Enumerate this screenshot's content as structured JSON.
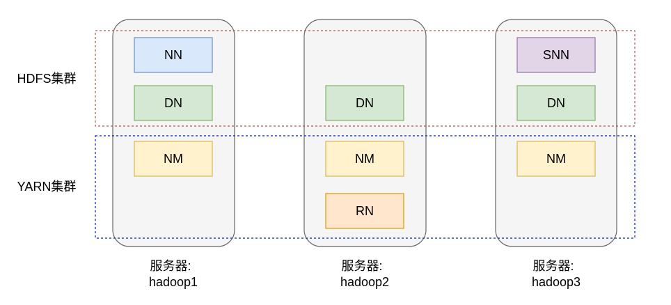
{
  "clusters": {
    "hdfs": {
      "label": "HDFS集群",
      "border_color": "#b85450"
    },
    "yarn": {
      "label": "YARN集群",
      "border_color": "#001dbc"
    }
  },
  "servers": [
    {
      "caption_line1": "服务器:",
      "caption_line2": "hadoop1",
      "nodes": {
        "nn": "NN",
        "dn": "DN",
        "nm": "NM"
      }
    },
    {
      "caption_line1": "服务器:",
      "caption_line2": "hadoop2",
      "nodes": {
        "dn": "DN",
        "nm": "NM",
        "rn": "RN"
      }
    },
    {
      "caption_line1": "服务器:",
      "caption_line2": "hadoop3",
      "nodes": {
        "snn": "SNN",
        "dn": "DN",
        "nm": "NM"
      }
    }
  ],
  "colors": {
    "server_fill": "#f5f5f5",
    "server_stroke": "#666666",
    "nn_fill": "#dae8fc",
    "nn_stroke": "#6c8ebf",
    "dn_fill": "#d5e8d4",
    "dn_stroke": "#82b366",
    "nm_fill": "#fff2cc",
    "nm_stroke": "#d6b656",
    "rn_fill": "#ffe6cc",
    "rn_stroke": "#d79b00",
    "snn_fill": "#e1d5e7",
    "snn_stroke": "#9673a6"
  }
}
